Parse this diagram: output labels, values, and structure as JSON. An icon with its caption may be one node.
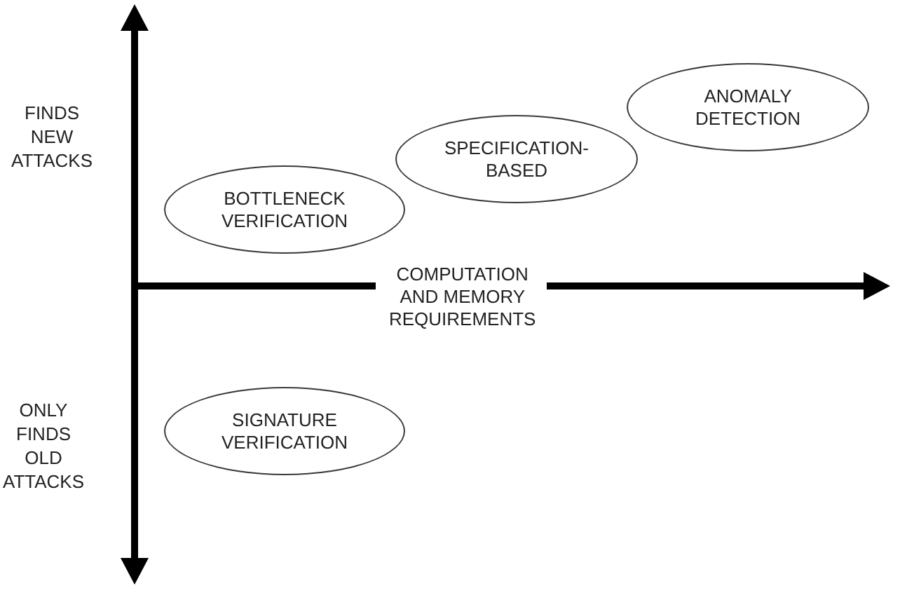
{
  "diagram": {
    "nodes": [
      {
        "text": [
          "ANOMALY DETECTION"
        ]
      },
      {
        "text": [
          "SPECIFICATION-BASED"
        ]
      },
      {
        "text": [
          "BOTTLENECK VERIFICATION"
        ]
      },
      {
        "text": [
          "SIGNATURE VERIFICATION"
        ]
      }
    ],
    "labels": [
      "FINDS NEW ATTACKS",
      "COMPUTATION AND MEMORY REQUIREMENTS",
      "ONLY FINDS OLD ATTACKS"
    ]
  }
}
